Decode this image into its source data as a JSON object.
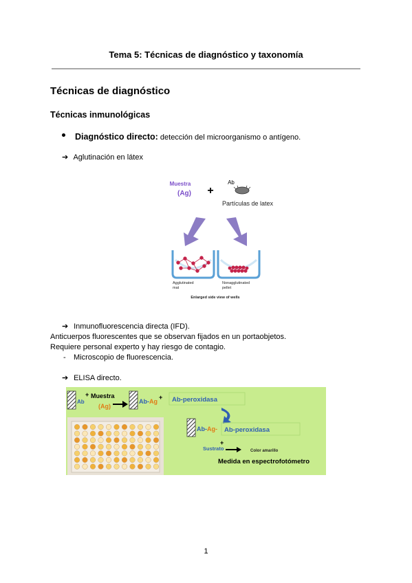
{
  "doc": {
    "title": "Tema 5: Técnicas de diagnóstico y taxonomía",
    "section": "Técnicas de diagnóstico",
    "subsection": "Técnicas inmunológicas",
    "bullet1_bold": "Diagnóstico directo:",
    "bullet1_rest": " detección del microorganismo o antígeno.",
    "arrow_glyph": "➔",
    "item_latex": "Aglutinación en látex",
    "item_ifd": "Inmunofluorescencia directa (IFD).",
    "para1": "Anticuerpos fluorescentes que se observan fijados en un portaobjetos.",
    "para2": "Requiere personal experto y hay riesgo de contagio.",
    "dash_glyph": "-",
    "dash_item": "Microscopio de fluorescencia.",
    "item_elisa": "ELISA directo.",
    "page_number": "1"
  },
  "figure_latex": {
    "muestra": "Muestra",
    "ag": "(Ag)",
    "plus": "+",
    "ab": "Ab",
    "particulas": "Partículas de latex",
    "well_left_1": "Agglutinated",
    "well_left_2": "mat",
    "well_right_1": "Nonagglutinated",
    "well_right_2": "pellet",
    "caption": "Enlarged side view of wells",
    "colors": {
      "muestra": "#7b4fc9",
      "arrow": "#8c7cc4",
      "well": "#5aa0d6",
      "dots": "#c4234a"
    }
  },
  "figure_elisa": {
    "ab": "Ab",
    "muestra": "Muestra",
    "ag": "(Ag)",
    "ab_ag": "Ab-Ag",
    "ab_peroxidasa": "Ab-peroxidasa",
    "ab_ag_dash": "Ab-Ag-",
    "ab_peroxidasa_2": "Ab-peroxidasa",
    "sustrato": "Sustrato",
    "color_amarillo": "Color amarillo",
    "medida": "Medida en espectrofotómetro",
    "plus": "+",
    "colors": {
      "background": "#c8ec8e",
      "ab": "#2f5fb3",
      "ag": "#e07b16",
      "peroxidasa": "#2f5fb3"
    }
  }
}
